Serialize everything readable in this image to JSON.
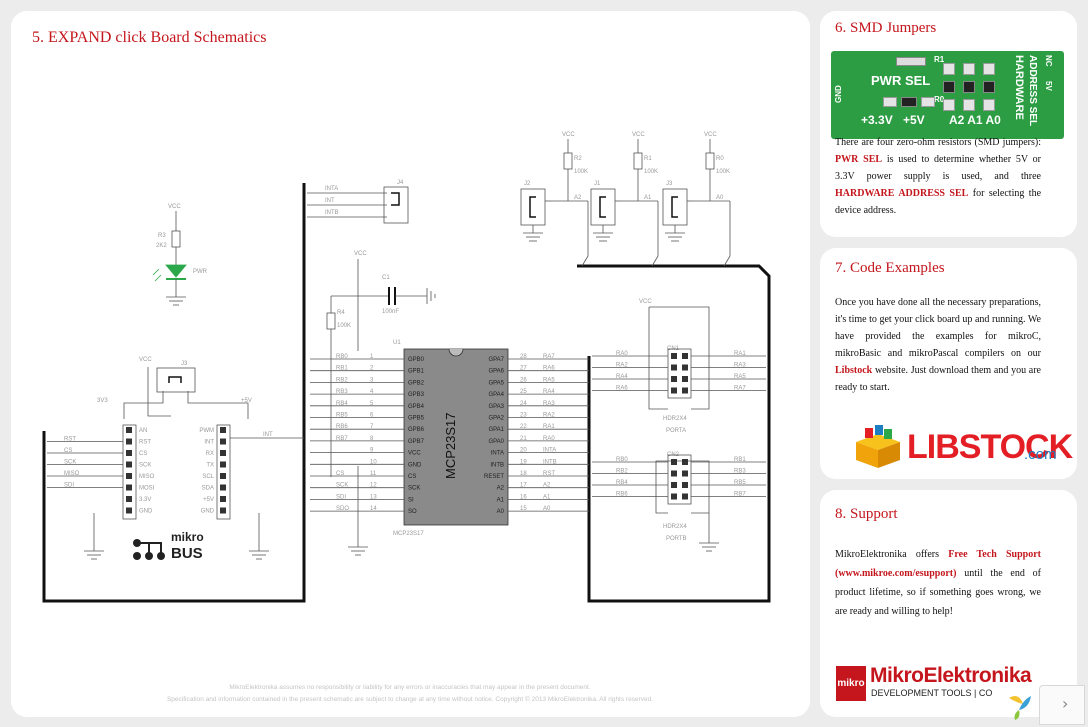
{
  "schematic": {
    "title": "5. EXPAND click Board Schematics",
    "footer_line1": "MikroElektronika assumes no responsibility or liability for any errors or inaccuracies that may appear in the present document.",
    "footer_line2": "Specification and information contained in the present schematic are subject to change at any time without notice. Copyright © 2013 MikroElektronika. All rights reserved.",
    "labels": {
      "vcc": "VCC",
      "r3": "R3",
      "r3v": "2K2",
      "pwr": "PWR",
      "j4": "J4",
      "inta": "INTA",
      "int": "INT",
      "intb": "INTB",
      "c1": "C1",
      "c1v": "100nF",
      "r4": "R4",
      "r4v": "100K",
      "u1": "U1",
      "chip": "MCP23S17",
      "chip_sub": "MCP23S17",
      "j3": "J3",
      "j2": "J2",
      "j1": "J1",
      "r2": "R2",
      "r1": "R1",
      "r0": "R0",
      "rv": "100K",
      "a2": "A2",
      "a1": "A1",
      "a0": "A0",
      "v33": "3V3",
      "v5": "+5V",
      "cn1": "CN1",
      "cn2": "CN2",
      "porta": "PORTA",
      "portb": "PORTB",
      "hdr_a": "HDR2X4",
      "hdr_b": "HDR2X4",
      "mikro": "mikro",
      "bus": "BUS"
    },
    "mb_left": [
      "AN",
      "RST",
      "CS",
      "SCK",
      "MISO",
      "MOSI",
      "3.3V",
      "GND"
    ],
    "mb_right": [
      "PWM",
      "INT",
      "RX",
      "TX",
      "SCL",
      "SDA",
      "+5V",
      "GND"
    ],
    "mb_left_nets": [
      "RST",
      "CS",
      "SCK",
      "MISO",
      "SDI"
    ],
    "chip_left_pins": [
      "GPB0",
      "GPB1",
      "GPB2",
      "GPB3",
      "GPB4",
      "GPB5",
      "GPB6",
      "GPB7",
      "VCC",
      "GND",
      "CS",
      "SCK",
      "SI",
      "SO"
    ],
    "chip_right_pins": [
      "GPA7",
      "GPA6",
      "GPA5",
      "GPA4",
      "GPA3",
      "GPA2",
      "GPA1",
      "GPA0",
      "INTA",
      "INTB",
      "RESET",
      "A2",
      "A1",
      "A0"
    ],
    "chip_left_nums": [
      "1",
      "2",
      "3",
      "4",
      "5",
      "6",
      "7",
      "8",
      "9",
      "10",
      "11",
      "12",
      "13",
      "14"
    ],
    "chip_right_nums": [
      "28",
      "27",
      "26",
      "25",
      "24",
      "23",
      "22",
      "21",
      "20",
      "19",
      "18",
      "17",
      "16",
      "15"
    ],
    "chip_left_nets": [
      "RB0",
      "RB1",
      "RB2",
      "RB3",
      "RB4",
      "RB5",
      "RB6",
      "RB7",
      "",
      "",
      "CS",
      "SCK",
      "SDI",
      "SDO"
    ],
    "chip_right_nets": [
      "RA7",
      "RA6",
      "RA5",
      "RA4",
      "RA3",
      "RA2",
      "RA1",
      "RA0",
      "INTA",
      "INTB",
      "RST",
      "A2",
      "A1",
      "A0"
    ],
    "porta_nets": [
      "RA0",
      "RA2",
      "RA4",
      "RA6"
    ],
    "porta_nets_r": [
      "RA1",
      "RA3",
      "RA5",
      "RA7"
    ],
    "portb_nets": [
      "RB0",
      "RB2",
      "RB4",
      "RB6"
    ],
    "portb_nets_r": [
      "RB1",
      "RB3",
      "RB5",
      "RB7"
    ]
  },
  "smd": {
    "title": "6. SMD Jumpers",
    "photo_labels": {
      "pwr_sel": "PWR SEL",
      "v33": "+3.3V",
      "v5": "+5V",
      "hw": "HARDWARE",
      "addr": "ADDRESS SEL",
      "a2a1a0": "A2 A1 A0",
      "r1": "R1",
      "r0": "R0",
      "gnd": "GND",
      "nc": "NC",
      "v5side": "5V"
    },
    "text_1": "There are four zero-ohm resistors (SMD jumpers): ",
    "highlight_1": "PWR SEL",
    "text_2": " is used to determine whether 5V or 3.3V power supply is used, and three ",
    "highlight_2": "HARDWARE ADDRESS SEL",
    "text_3": " for selecting the device address."
  },
  "code": {
    "title": "7. Code Examples",
    "text_1": "Once you have done all the necessary preparations, it's time to get your click board up and running. We have provided the examples for mikroC, mikroBasic and mikroPascal compilers on our ",
    "highlight": "Libstock",
    "text_2": " website. Just download them and you are ready to start.",
    "logo_word": "LIBSTOCK",
    "logo_com": ".com"
  },
  "support": {
    "title": "8. Support",
    "text_1": "MikroElektronika offers ",
    "highlight": "Free Tech Support (www.mikroe.com/esupport)",
    "text_2": " until the end of product lifetime, so if something goes wrong, we are ready and willing to help!",
    "logo_mark": "mikro",
    "logo_name": "MikroElektronika",
    "logo_tag": "DEVELOPMENT TOOLS | CO"
  },
  "nav": {
    "next": "›"
  },
  "colors": {
    "accent": "#c4161c",
    "pcb": "#2d9d44",
    "led": "#2aa84a",
    "libstock": "#e31e24"
  }
}
